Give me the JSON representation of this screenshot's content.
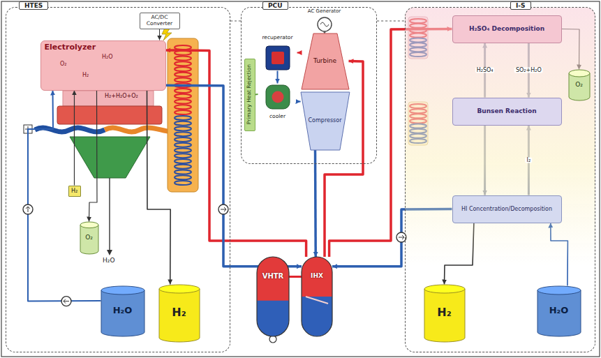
{
  "diagram": {
    "nodes": [
      {
        "text": [
          "HTES"
        ]
      },
      {
        "text": [
          "PCU"
        ]
      },
      {
        "text": [
          "I-S"
        ]
      },
      {
        "text": [
          "Electrolyzer"
        ],
        "in": 0
      },
      {
        "text": [
          "AC/DC Converter"
        ],
        "in": 0
      },
      {
        "text": [
          "H₂"
        ],
        "in": 0
      },
      {
        "text": [
          "O₂"
        ],
        "in": 0
      },
      {
        "text": [
          "H₂O"
        ],
        "in": 0
      },
      {
        "text": [
          "H₂"
        ],
        "in": 0
      },
      {
        "text": [
          "AC Generator"
        ],
        "in": 1
      },
      {
        "text": [
          "Turbine"
        ],
        "in": 1
      },
      {
        "text": [
          "Compressor"
        ],
        "in": 1
      },
      {
        "text": [
          "recuperator"
        ],
        "in": 1
      },
      {
        "text": [
          "cooler"
        ],
        "in": 1
      },
      {
        "text": [
          "Primary Heat Rejection"
        ],
        "in": 1
      },
      {
        "text": [
          "H₂SO₄ Decomposition"
        ],
        "in": 2
      },
      {
        "text": [
          "Bunsen Reaction"
        ],
        "in": 2
      },
      {
        "text": [
          "HI Concentration/Decomposition"
        ],
        "in": 2
      },
      {
        "text": [
          "O₂"
        ],
        "in": 2
      },
      {
        "text": [
          "H₂"
        ],
        "in": 2
      },
      {
        "text": [
          "H₂O"
        ],
        "in": 2
      },
      {
        "text": [
          "VHTR"
        ]
      },
      {
        "text": [
          "IHX"
        ]
      }
    ],
    "edges": [
      {
        "from": 4,
        "to": 3,
        "arrow": "to"
      },
      {
        "from": 3,
        "to": 8,
        "arrow": "to"
      },
      {
        "from": 3,
        "to": 6,
        "arrow": "to"
      },
      {
        "from": 7,
        "to": 3,
        "arrow": "to"
      },
      {
        "from": 5,
        "to": 3,
        "arrow": "to"
      },
      {
        "from": 22,
        "to": 3,
        "arrow": "to"
      },
      {
        "from": 3,
        "to": 22,
        "arrow": "to"
      },
      {
        "from": 22,
        "to": 15,
        "arrow": "to"
      },
      {
        "from": 17,
        "to": 22,
        "arrow": "to"
      },
      {
        "from": 22,
        "to": 10,
        "arrow": "to"
      },
      {
        "from": 11,
        "to": 22,
        "arrow": "to"
      },
      {
        "from": 21,
        "to": 22,
        "arrow": "none"
      },
      {
        "from": 9,
        "to": 10,
        "arrow": "none"
      },
      {
        "from": 10,
        "to": 12,
        "arrow": "to"
      },
      {
        "from": 12,
        "to": 13,
        "arrow": "to"
      },
      {
        "from": 13,
        "to": 11,
        "arrow": "to"
      },
      {
        "from": 14,
        "to": 13,
        "arrow": "none"
      },
      {
        "from": 16,
        "to": 15,
        "arrow": "to",
        "label": "H₂SO₄"
      },
      {
        "from": 15,
        "to": 16,
        "arrow": "to",
        "label": "SO₂+H₂O"
      },
      {
        "from": 16,
        "to": 17,
        "arrow": "to"
      },
      {
        "from": 17,
        "to": 16,
        "arrow": "to",
        "label": "I₂"
      },
      {
        "from": 15,
        "to": 18,
        "arrow": "to"
      },
      {
        "from": 17,
        "to": 19,
        "arrow": "to"
      },
      {
        "from": 20,
        "to": 17,
        "arrow": "to"
      }
    ],
    "labels": [
      "O₂",
      "H₂O",
      "H₂",
      "H₂+H₂O+O₂",
      "H₂O"
    ]
  }
}
